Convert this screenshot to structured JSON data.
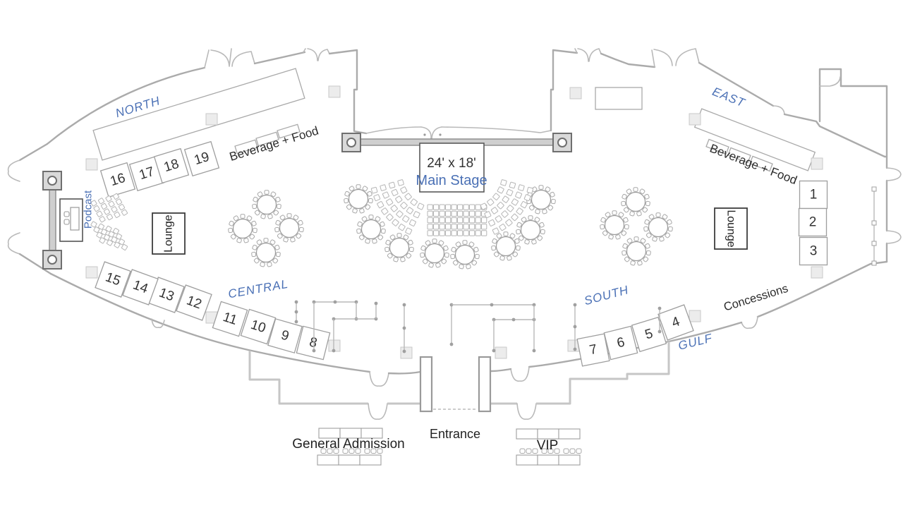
{
  "regions": {
    "north": "NORTH",
    "east": "EAST",
    "central": "CENTRAL",
    "south": "SOUTH",
    "gulf": "GULF"
  },
  "labels": {
    "beverage_food": "Beverage + Food",
    "concessions": "Concessions",
    "podcast": "Podcast",
    "lounge": "Lounge",
    "entrance": "Entrance",
    "general_admission": "General Admission",
    "vip": "VIP"
  },
  "stage": {
    "dimensions": "24' x 18'",
    "name": "Main Stage"
  },
  "booths": [
    "1",
    "2",
    "3",
    "4",
    "5",
    "6",
    "7",
    "8",
    "9",
    "10",
    "11",
    "12",
    "13",
    "14",
    "15",
    "16",
    "17",
    "18",
    "19"
  ],
  "colors": {
    "accent_blue": "#4a70b5",
    "label_black": "#333333",
    "wall_gray": "#ababab"
  }
}
